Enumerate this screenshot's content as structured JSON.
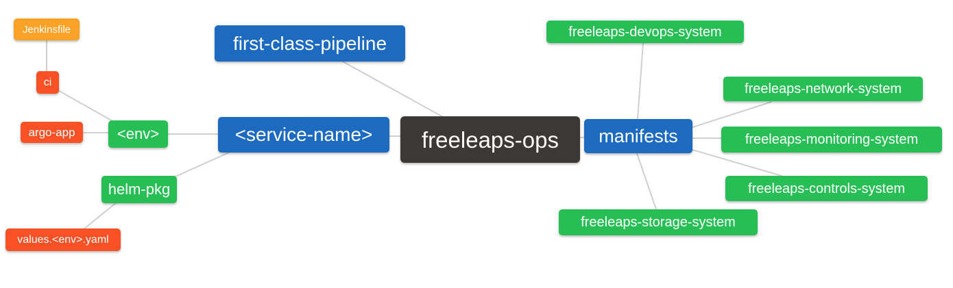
{
  "diagram": {
    "type": "mindmap",
    "background": "#ffffff",
    "edge_color": "#cfcfcf",
    "colors": {
      "root": "#3c3836",
      "branch_blue": "#1d6bc1",
      "leaf_green": "#27bf55",
      "leaf_orange": "#faa226",
      "leaf_red": "#f85126",
      "text": "#ffffff"
    },
    "nodes": {
      "root": {
        "label": "freeleaps-ops",
        "color": "#3c3836"
      },
      "first_class_pipeline": {
        "label": "first-class-pipeline",
        "color": "#1d6bc1"
      },
      "service_name": {
        "label": "<service-name>",
        "color": "#1d6bc1"
      },
      "manifests": {
        "label": "manifests",
        "color": "#1d6bc1"
      },
      "env": {
        "label": "<env>",
        "color": "#27bf55"
      },
      "helm_pkg": {
        "label": "helm-pkg",
        "color": "#27bf55"
      },
      "jenkinsfile": {
        "label": "Jenkinsfile",
        "color": "#faa226"
      },
      "ci": {
        "label": "ci",
        "color": "#f85126"
      },
      "argo_app": {
        "label": "argo-app",
        "color": "#f85126"
      },
      "values_env_yaml": {
        "label": "values.<env>.yaml",
        "color": "#f85126"
      },
      "devops_system": {
        "label": "freeleaps-devops-system",
        "color": "#27bf55"
      },
      "network_system": {
        "label": "freeleaps-network-system",
        "color": "#27bf55"
      },
      "monitoring_system": {
        "label": "freeleaps-monitoring-system",
        "color": "#27bf55"
      },
      "controls_system": {
        "label": "freeleaps-controls-system",
        "color": "#27bf55"
      },
      "storage_system": {
        "label": "freeleaps-storage-system",
        "color": "#27bf55"
      }
    },
    "edges": [
      [
        "jenkinsfile",
        "ci"
      ],
      [
        "ci",
        "env"
      ],
      [
        "argo_app",
        "env"
      ],
      [
        "env",
        "service_name"
      ],
      [
        "service_name",
        "helm_pkg"
      ],
      [
        "helm_pkg",
        "values_env_yaml"
      ],
      [
        "first_class_pipeline",
        "root"
      ],
      [
        "service_name",
        "root"
      ],
      [
        "root",
        "manifests"
      ],
      [
        "manifests",
        "devops_system"
      ],
      [
        "manifests",
        "network_system"
      ],
      [
        "manifests",
        "monitoring_system"
      ],
      [
        "manifests",
        "controls_system"
      ],
      [
        "manifests",
        "storage_system"
      ]
    ]
  }
}
